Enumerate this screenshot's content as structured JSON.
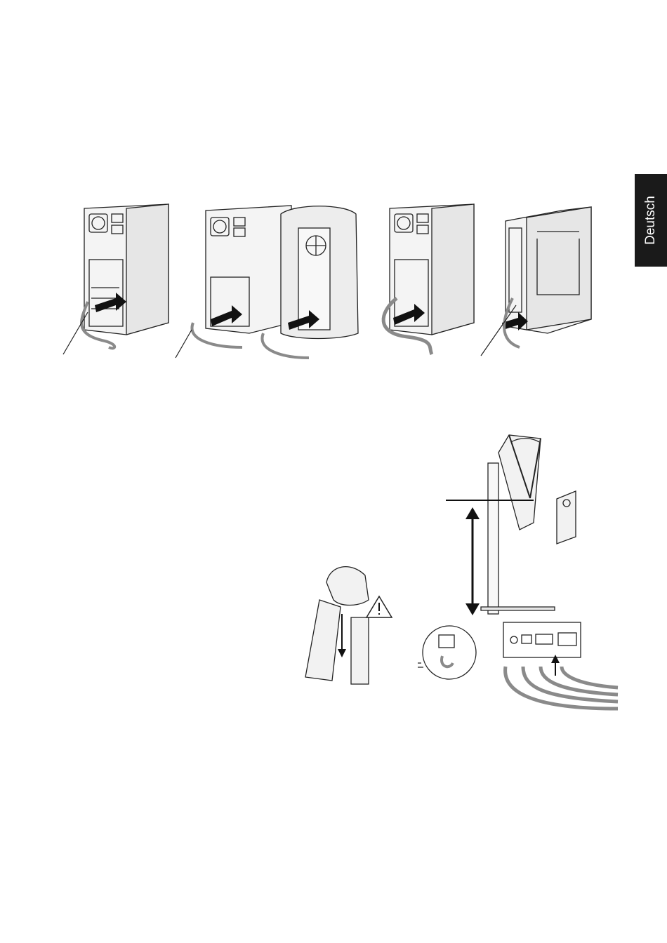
{
  "language_tab": {
    "label": "Deutsch"
  },
  "figures": {
    "top_row": [
      {
        "id": "pc-tower-1",
        "icon": "pc-tower-icon"
      },
      {
        "id": "pc-tower-mac-2",
        "icon": "mac-tower-icon"
      },
      {
        "id": "pc-tower-3",
        "icon": "pc-tower-icon"
      },
      {
        "id": "pc-tower-4",
        "icon": "pc-tower-icon"
      }
    ],
    "bottom_left": {
      "icon": "monitor-stand-lock-icon"
    },
    "bottom_right": {
      "icon": "monitor-rear-connectors-icon"
    }
  },
  "colors": {
    "tab_bg": "#1a1a1a",
    "tab_text": "#ffffff",
    "line": "#222222",
    "cable": "#8a8a8a"
  }
}
